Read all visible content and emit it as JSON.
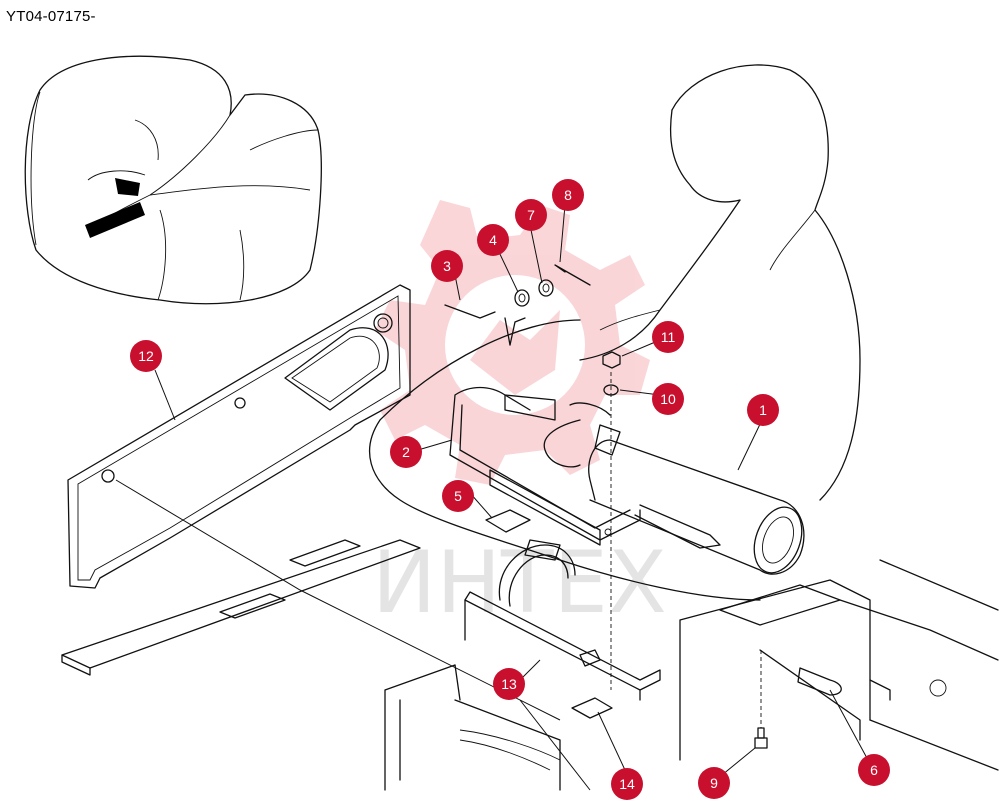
{
  "document_code": "YT04-07175-",
  "watermark": {
    "text": "ИНТЕХ",
    "logo": "gear-eagle-logo",
    "color": "#e8434f"
  },
  "callout_color": "#c8102e",
  "callouts": [
    {
      "label": "1"
    },
    {
      "label": "2"
    },
    {
      "label": "3"
    },
    {
      "label": "4"
    },
    {
      "label": "5"
    },
    {
      "label": "6"
    },
    {
      "label": "7"
    },
    {
      "label": "8"
    },
    {
      "label": "9"
    },
    {
      "label": "10"
    },
    {
      "label": "11"
    },
    {
      "label": "12"
    },
    {
      "label": "13"
    },
    {
      "label": "14"
    }
  ]
}
